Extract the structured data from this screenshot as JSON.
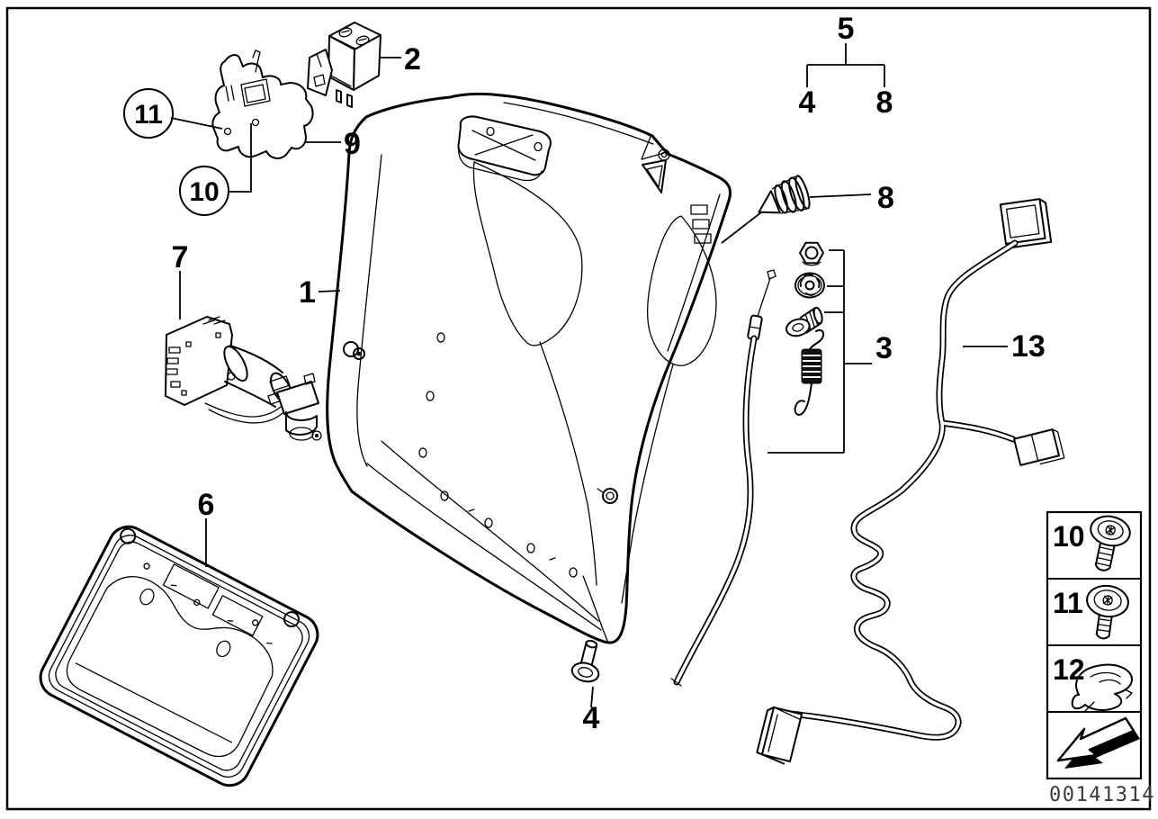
{
  "callouts": {
    "frame": "1",
    "relay": "2",
    "mounting_hardware": "3",
    "screw_under_group": "4",
    "fastener_group": "5",
    "grommet_under_group": "8",
    "rear_panel": "6",
    "drive_unit": "7",
    "grommet": "8",
    "relay_bracket": "9",
    "screw_circled_10": "10",
    "screw_circled_11": "11",
    "lower_screw": "4",
    "wiring_harness": "13"
  },
  "legend": {
    "rows": [
      {
        "label": "10",
        "icon": "torx-screw-long-icon"
      },
      {
        "label": "11",
        "icon": "torx-screw-short-icon"
      },
      {
        "label": "12",
        "icon": "retaining-clip-icon"
      },
      {
        "label": "",
        "icon": "direction-arrow-icon"
      }
    ]
  },
  "footer": {
    "part_number": "00141314"
  },
  "colors": {
    "line": "#000000",
    "background": "#ffffff"
  }
}
